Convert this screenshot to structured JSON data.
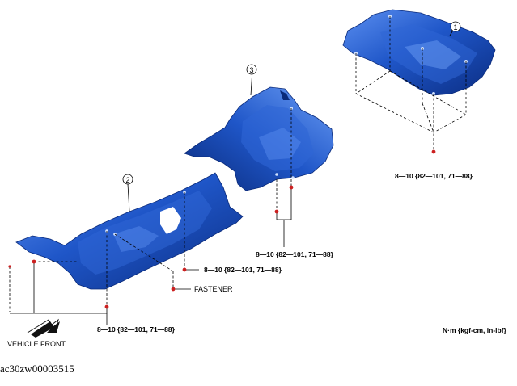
{
  "callouts": [
    "1",
    "2",
    "3"
  ],
  "torque": {
    "part1": "8—10 {82—101, 71—88}",
    "part3": "8—10 {82—101, 71—88}",
    "part2_mid": "8—10 {82—101, 71—88}",
    "part2_front": "8—10 {82—101, 71—88}"
  },
  "fastener_label": "FASTENER",
  "vehicle_front_label": "VEHICLE FRONT",
  "units_label": "N·m {kgf-cm, in-lbf}",
  "figure_id": "ac30zw00003515",
  "colors": {
    "insulator_blue": "#1f56c8",
    "insulator_dark": "#0b2d82",
    "insulator_light": "#5b8ff0",
    "bolt_red": "#cc2020"
  }
}
